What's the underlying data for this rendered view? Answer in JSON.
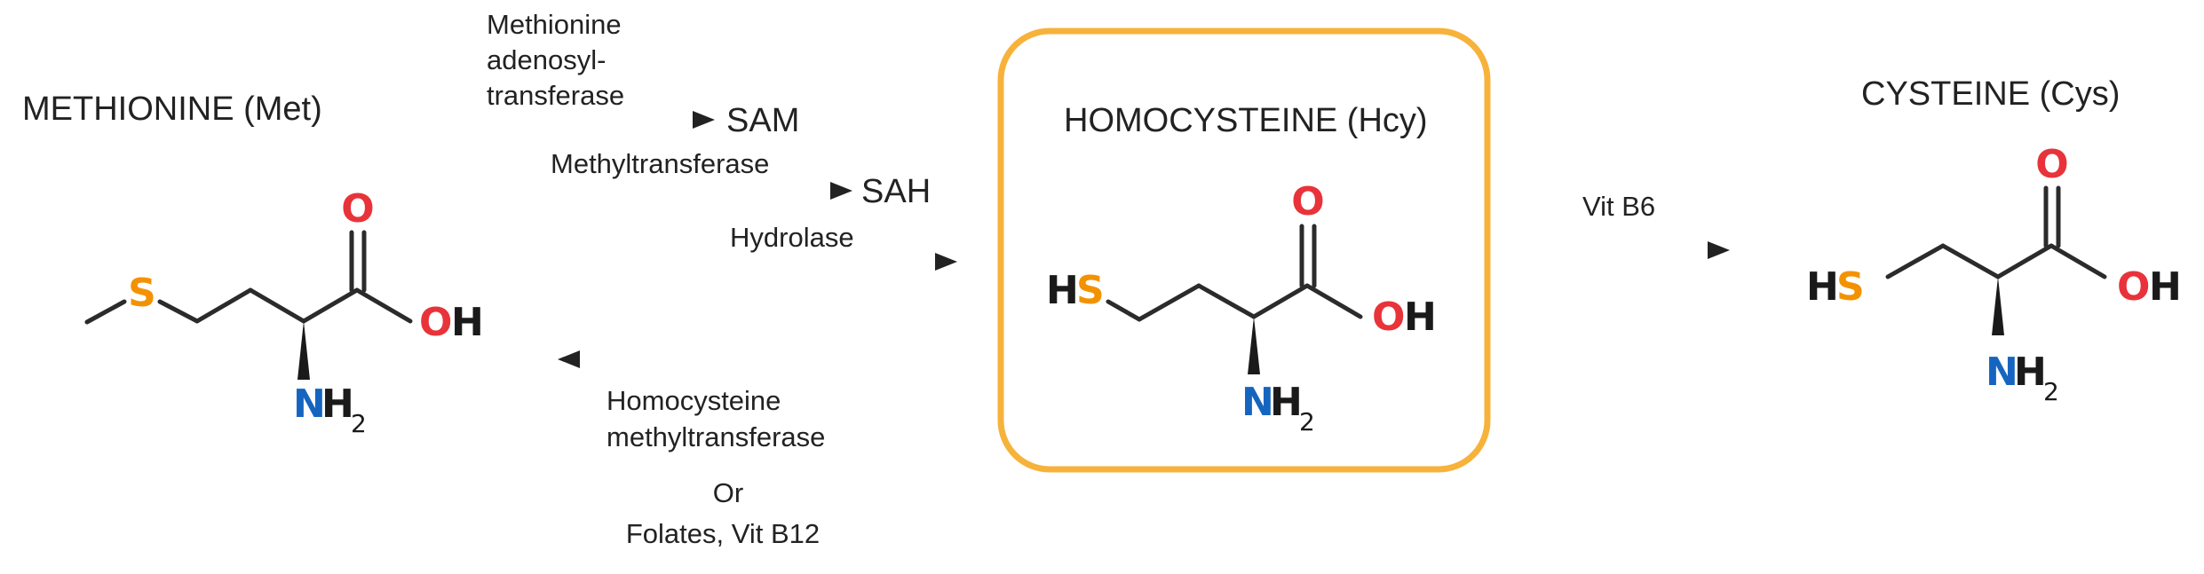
{
  "compounds": {
    "methionine": {
      "title": "METHIONINE (Met)",
      "atoms": {
        "s": "S",
        "o": "O",
        "oh_o": "O",
        "oh_h": "H",
        "n": "N",
        "h": "H",
        "sub": "2"
      }
    },
    "homocysteine": {
      "title": "HOMOCYSTEINE (Hcy)",
      "atoms": {
        "hs_h": "H",
        "hs_s": "S",
        "o": "O",
        "oh_o": "O",
        "oh_h": "H",
        "n": "N",
        "h": "H",
        "sub": "2"
      }
    },
    "cysteine": {
      "title": "CYSTEINE (Cys)",
      "atoms": {
        "hs_h": "H",
        "hs_s": "S",
        "o": "O",
        "oh_o": "O",
        "oh_h": "H",
        "n": "N",
        "h": "H",
        "sub": "2"
      }
    }
  },
  "arrows": {
    "mat": {
      "enzyme_lines": [
        "Methionine",
        "adenosyl-",
        "transferase"
      ],
      "product": "SAM"
    },
    "mt": {
      "enzyme": "Methyltransferase",
      "product": "SAH"
    },
    "hydrolase": {
      "enzyme": "Hydrolase"
    },
    "remethylation": {
      "lines": [
        "Homocysteine",
        "methyltransferase"
      ],
      "or": "Or",
      "cofactors": "Folates, Vit B12"
    },
    "transsulfuration": {
      "enzyme": "Vit B6"
    }
  },
  "colors": {
    "sulfur": "#F39200",
    "oxygen": "#E8333A",
    "nitrogen": "#1565C0",
    "bond": "#2b2b2b",
    "highlight_box": "#F7B23B"
  }
}
